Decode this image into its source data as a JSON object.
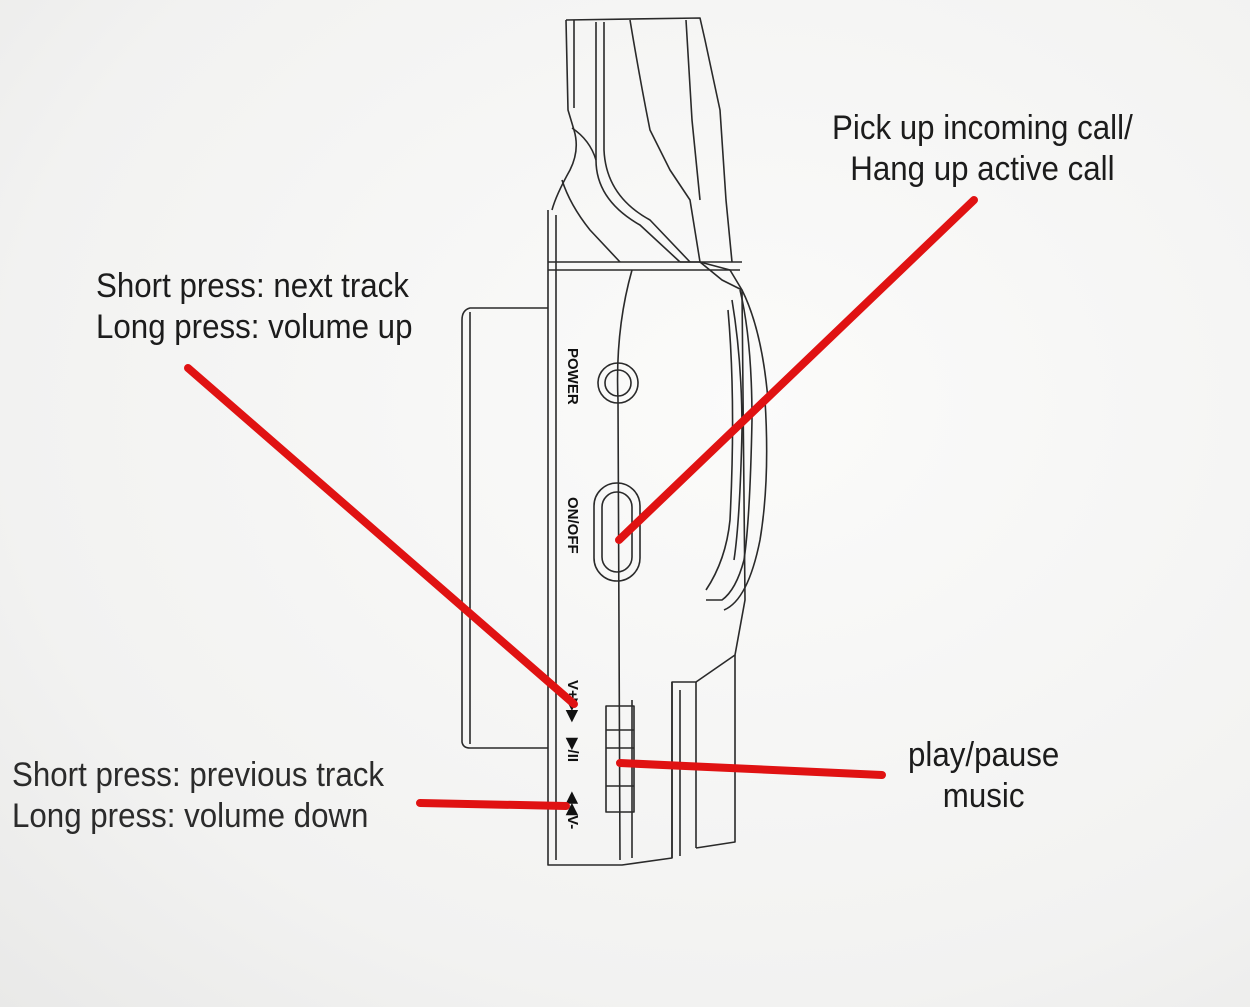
{
  "callouts": {
    "next_track": {
      "line1": "Short press: next track",
      "line2": "Long press: volume up"
    },
    "call": {
      "line1": "Pick up incoming call/",
      "line2": "Hang up active call"
    },
    "prev_track": {
      "line1": "Short press: previous track",
      "line2": "Long press: volume down"
    },
    "play_pause": {
      "line1": "play/pause",
      "line2": "music"
    }
  },
  "device_labels": {
    "power": "POWER",
    "on_off": "ON/OFF",
    "vol_up": "V+▶▶",
    "play": "▶/II",
    "vol_down": "◀◀V-"
  },
  "colors": {
    "leader_line": "#e01212",
    "outline": "#2a2a2a"
  }
}
